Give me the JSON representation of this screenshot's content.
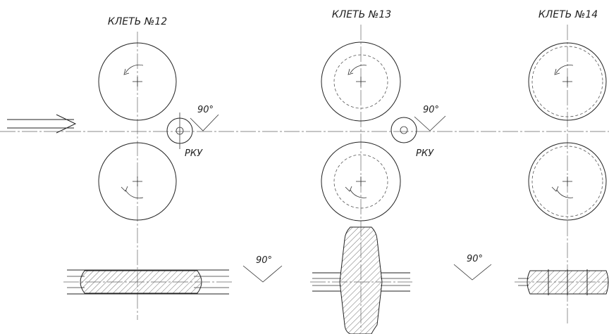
{
  "stands": [
    {
      "label": "КЛЕТЬ №12"
    },
    {
      "label": "КЛЕТЬ №13"
    },
    {
      "label": "КЛЕТЬ №14"
    }
  ],
  "guides": [
    {
      "label": "РКУ",
      "angle": "90°"
    },
    {
      "label": "РКУ",
      "angle": "90°"
    }
  ],
  "turns": [
    {
      "angle": "90°"
    },
    {
      "angle": "90°"
    }
  ]
}
